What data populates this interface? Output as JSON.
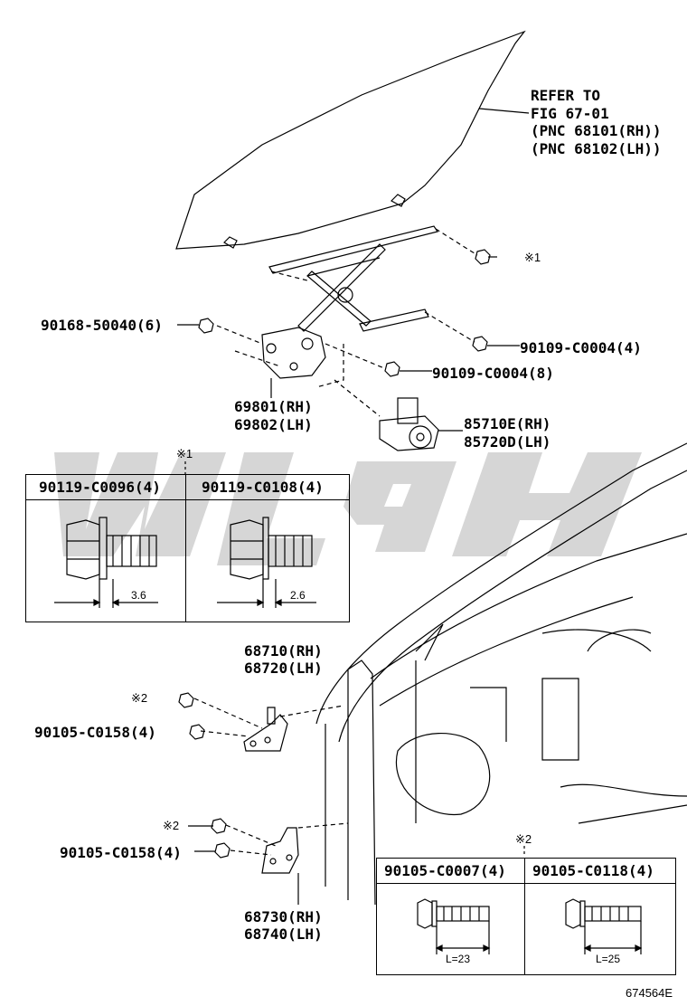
{
  "labels": {
    "refer_line1": "REFER TO",
    "refer_line2": "FIG 67-01",
    "refer_line3": "(PNC 68101(RH))",
    "refer_line4": "(PNC 68102(LH))",
    "bolt_90168": "90168-50040(6)",
    "mark1_top": "※1",
    "bolt_90109_a": "90109-C0004(4)",
    "bolt_90109_b": "90109-C0004(8)",
    "reg_rh": "69801(RH)",
    "reg_lh": "69802(LH)",
    "motor_rh": "85710E(RH)",
    "motor_lh": "85720D(LH)",
    "mark1_table": "※1",
    "hinge_upper_rh": "68710(RH)",
    "hinge_upper_lh": "68720(LH)",
    "mark2_upper": "※2",
    "bolt_upper": "90105-C0158(4)",
    "mark2_lower": "※2",
    "bolt_lower": "90105-C0158(4)",
    "hinge_lower_rh": "68730(RH)",
    "hinge_lower_lh": "68740(LH)",
    "mark2_table": "※2",
    "ref_code": "674564E"
  },
  "table1": {
    "col1_header": "90119-C0096(4)",
    "col2_header": "90119-C0108(4)",
    "col1_dim": "3.6",
    "col2_dim": "2.6"
  },
  "table2": {
    "col1_header": "90105-C0007(4)",
    "col2_header": "90105-C0118(4)",
    "col1_dim": "L=23",
    "col2_dim": "L=25"
  },
  "colors": {
    "line": "#000000",
    "watermark": "#c8c8c8"
  }
}
